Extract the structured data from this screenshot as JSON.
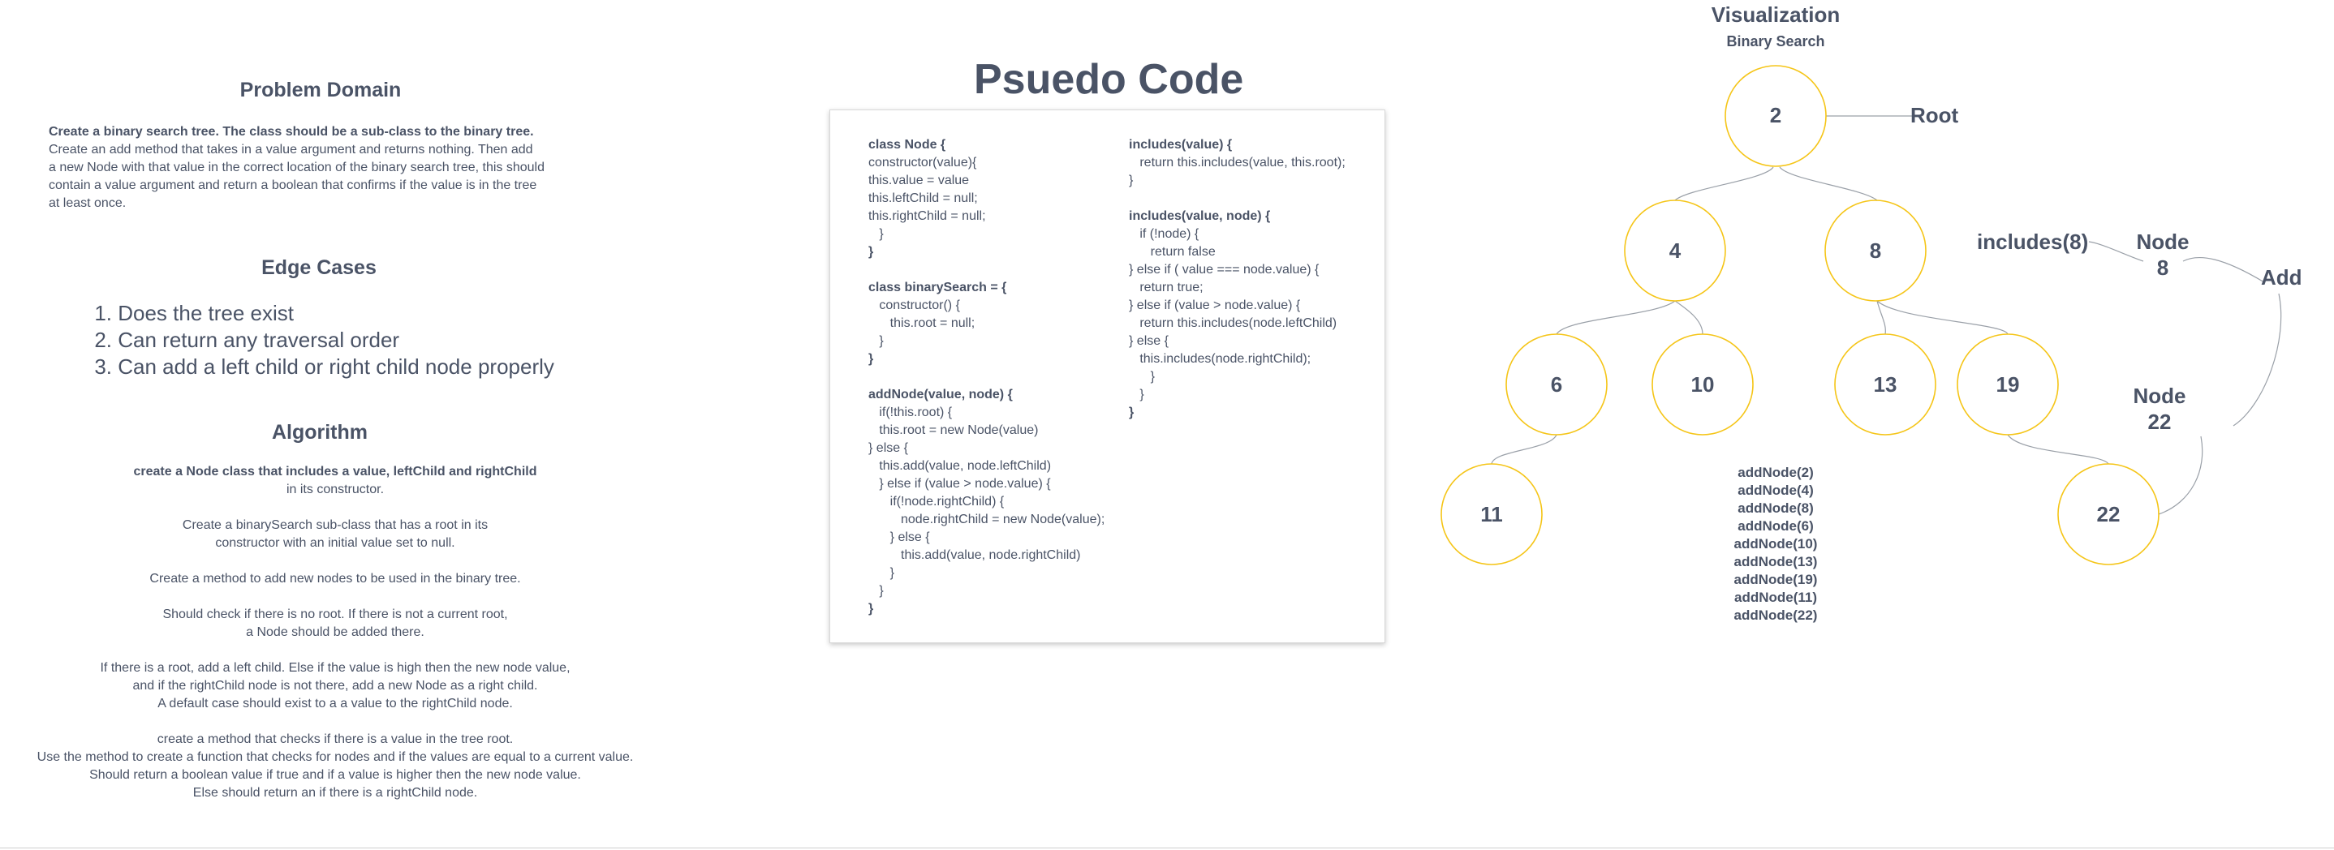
{
  "problem_domain": {
    "title": "Problem Domain",
    "bold_line": "Create a binary search tree. The class should be a sub-class to the binary tree.",
    "lines": [
      "Create an add method  that takes in a value argument and returns nothing. Then add",
      "a new Node with that value in the correct location of the binary search tree, this should",
      "contain a value argument and return a boolean that confirms if the value is in the tree",
      "at least once."
    ]
  },
  "edge_cases": {
    "title": "Edge Cases",
    "items": [
      {
        "num": "1.",
        "text": "Does the tree exist"
      },
      {
        "num": "2.",
        "text": " Can return any traversal order"
      },
      {
        "num": "3.",
        "text": "Can add a left child or right child node properly"
      }
    ]
  },
  "algorithm": {
    "title": "Algorithm",
    "p1_bold": "create a Node class  that includes a value, leftChild and rightChild",
    "p1_rest": "in its constructor.",
    "p2": [
      "Create a binarySearch sub-class that has a root in its",
      "constructor with an initial value set to null."
    ],
    "p3": "Create a method to add new nodes to be used in the binary tree.",
    "p4": [
      "Should check if there is no root. If there is not a current root,",
      "a Node should be added there."
    ],
    "p5": [
      "If there is a root, add a left child. Else if the value is high then the new node value,",
      "and if the rightChild node is not there, add a new Node as a right child.",
      "A default case should exist to a a value to the rightChild node."
    ],
    "p6": [
      "create a method that checks if there is a value in the tree root.",
      "Use the method to create a function that checks for nodes and if the values are equal to a current value.",
      "Should return  a boolean value if true and if a value is higher then the new node value.",
      "Else should return an if there is a rightChild node."
    ]
  },
  "pseudo_code": {
    "title": "Psuedo Code",
    "left": [
      {
        "text": "class Node {",
        "bold": true
      },
      {
        "text": "constructor(value){",
        "bold": false
      },
      {
        "text": "this.value = value",
        "bold": false
      },
      {
        "text": "this.leftChild = null;",
        "bold": false
      },
      {
        "text": "this.rightChild = null;",
        "bold": false
      },
      {
        "text": "   }",
        "bold": false
      },
      {
        "text": "}",
        "bold": true
      },
      {
        "text": "",
        "bold": false
      },
      {
        "text": "class binarySearch = {",
        "bold": true
      },
      {
        "text": "   constructor() {",
        "bold": false
      },
      {
        "text": "      this.root = null;",
        "bold": false
      },
      {
        "text": "   }",
        "bold": false
      },
      {
        "text": "}",
        "bold": true
      },
      {
        "text": "",
        "bold": false
      },
      {
        "text": "addNode(value, node) {",
        "bold": true
      },
      {
        "text": "   if(!this.root) {",
        "bold": false
      },
      {
        "text": "   this.root = new Node(value)",
        "bold": false
      },
      {
        "text": "} else {",
        "bold": false
      },
      {
        "text": "   this.add(value, node.leftChild)",
        "bold": false
      },
      {
        "text": "   } else if (value > node.value) {",
        "bold": false
      },
      {
        "text": "      if(!node.rightChild) {",
        "bold": false
      },
      {
        "text": "         node.rightChild = new Node(value);",
        "bold": false
      },
      {
        "text": "      } else {",
        "bold": false
      },
      {
        "text": "         this.add(value, node.rightChild)",
        "bold": false
      },
      {
        "text": "      }",
        "bold": false
      },
      {
        "text": "   }",
        "bold": false
      },
      {
        "text": "}",
        "bold": true
      }
    ],
    "right": [
      {
        "text": "includes(value) {",
        "bold": true
      },
      {
        "text": "   return this.includes(value, this.root);",
        "bold": false
      },
      {
        "text": "}",
        "bold": false
      },
      {
        "text": "",
        "bold": false
      },
      {
        "text": "includes(value, node) {",
        "bold": true
      },
      {
        "text": "   if (!node) {",
        "bold": false
      },
      {
        "text": "      return false",
        "bold": false
      },
      {
        "text": "} else if ( value === node.value) {",
        "bold": false
      },
      {
        "text": "   return true;",
        "bold": false
      },
      {
        "text": "} else if (value > node.value) {",
        "bold": false
      },
      {
        "text": "   return this.includes(node.leftChild)",
        "bold": false
      },
      {
        "text": "} else {",
        "bold": false
      },
      {
        "text": "   this.includes(node.rightChild);",
        "bold": false
      },
      {
        "text": "      }",
        "bold": false
      },
      {
        "text": "   }",
        "bold": false
      },
      {
        "text": "}",
        "bold": true
      }
    ]
  },
  "visualization": {
    "title": "Visualization",
    "subtitle": "Binary Search",
    "node_color": "#f5c518",
    "nodes": [
      "2",
      "4",
      "8",
      "6",
      "10",
      "13",
      "19",
      "11",
      "22"
    ],
    "root_label": "Root",
    "includes_label": "includes(8)",
    "node8_label": [
      "Node",
      "8"
    ],
    "add_label": "Add",
    "node22_label": [
      "Node",
      "22"
    ],
    "operations": [
      "addNode(2)",
      "addNode(4)",
      "addNode(8)",
      "addNode(6)",
      "addNode(10)",
      "addNode(13)",
      "addNode(19)",
      "addNode(11)",
      "addNode(22)"
    ]
  }
}
